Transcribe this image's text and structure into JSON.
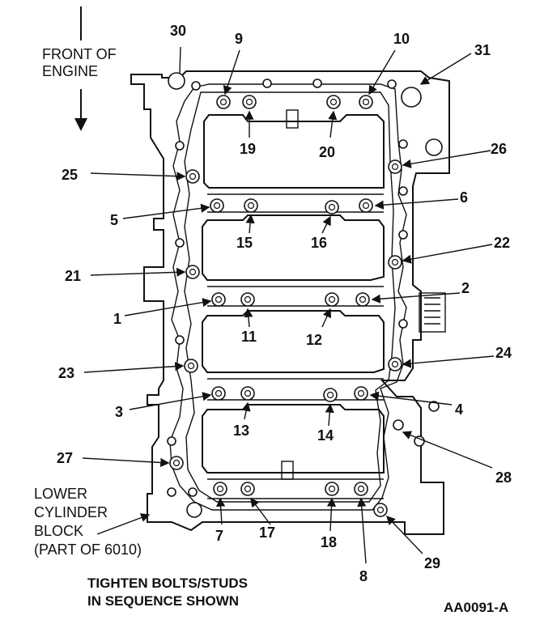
{
  "front_label": [
    "FRONT OF",
    "ENGINE"
  ],
  "lower_block_label": [
    "LOWER",
    "CYLINDER",
    "BLOCK",
    "(PART OF 6010)"
  ],
  "instruction": [
    "TIGHTEN BOLTS/STUDS",
    "IN SEQUENCE SHOWN"
  ],
  "figure_id": "AA0091-A",
  "bolt_numbers": [
    "1",
    "2",
    "3",
    "4",
    "5",
    "6",
    "7",
    "8",
    "9",
    "10",
    "11",
    "12",
    "13",
    "14",
    "15",
    "16",
    "17",
    "18",
    "19",
    "20",
    "21",
    "22",
    "23",
    "24",
    "25",
    "26",
    "27",
    "28",
    "29",
    "30",
    "31"
  ]
}
